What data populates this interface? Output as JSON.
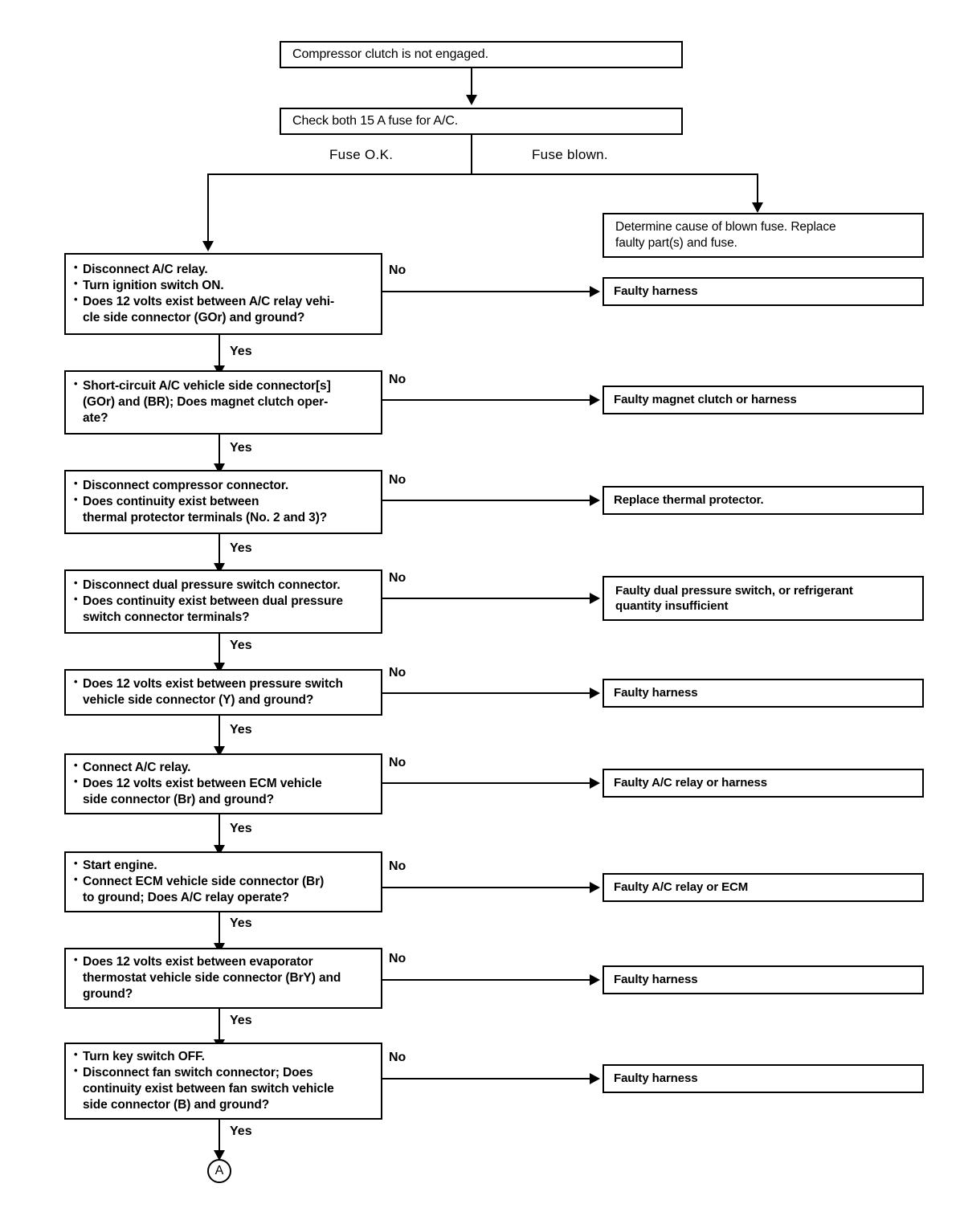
{
  "chart_data": {
    "type": "diagram",
    "title": "Compressor clutch is not engaged. — A/C troubleshooting flowchart",
    "diagram_kind": "flowchart"
  },
  "nodes": {
    "start": {
      "text": "Compressor clutch is not engaged."
    },
    "check_fuse": {
      "text": "Check both 15 A fuse for A/C."
    },
    "blown_fuse": {
      "line1": "Determine cause of  blown fuse. Replace",
      "line2": "faulty part(s) and fuse."
    },
    "step1": {
      "b1": "Disconnect A/C relay.",
      "b2": "Turn ignition switch ON.",
      "b3": "Does 12 volts exist between A/C relay vehi-",
      "b3c": "cle side connector (GOr) and ground?"
    },
    "step2": {
      "b1": "Short-circuit A/C vehicle side connector[s]",
      "b1c": "(GOr) and (BR); Does magnet clutch oper-",
      "b1c2": "ate?"
    },
    "step3": {
      "b1": "Disconnect compressor connector.",
      "b2": "Does continuity exist between",
      "b2c": "thermal protector terminals (No. 2 and 3)?"
    },
    "step4": {
      "b1": "Disconnect dual pressure switch connector.",
      "b2": "Does continuity exist between dual pressure",
      "b2c": "switch connector terminals?"
    },
    "step5": {
      "b1": "Does 12 volts exist between pressure switch",
      "b1c": "vehicle side connector (Y) and ground?"
    },
    "step6": {
      "b1": "Connect A/C relay.",
      "b2": "Does 12 volts exist between ECM vehicle",
      "b2c": "side connector (Br) and ground?"
    },
    "step7": {
      "b1": "Start engine.",
      "b2": "Connect ECM vehicle side connector (Br)",
      "b2c": "to ground; Does A/C relay operate?"
    },
    "step8": {
      "b1": "Does 12 volts exist between evaporator",
      "b1c": "thermostat vehicle side connector (BrY) and",
      "b1c2": "ground?"
    },
    "step9": {
      "b1": "Turn key switch OFF.",
      "b2": "Disconnect fan switch connector; Does",
      "b2c": "continuity exist between fan switch vehicle",
      "b2c2": "side connector (B) and ground?"
    }
  },
  "results": {
    "r1": {
      "text": "Faulty  harness"
    },
    "r2": {
      "text": "Faulty  magnet  clutch  or  harness"
    },
    "r3": {
      "text": "Replace  thermal  protector."
    },
    "r4": {
      "line1": "Faulty dual pressure switch, or refrigerant",
      "line2": "quantity insufficient"
    },
    "r5": {
      "text": "Faulty  harness"
    },
    "r6": {
      "text": "Faulty  A/C  relay  or  harness"
    },
    "r7": {
      "text": "Faulty  A/C  relay  or  ECM"
    },
    "r8": {
      "text": "Faulty  harness"
    },
    "r9": {
      "text": "Faulty  harness"
    }
  },
  "labels": {
    "fuse_ok": "Fuse O.K.",
    "fuse_blown": "Fuse blown.",
    "no": "No",
    "yes": "Yes",
    "connector_a": "A"
  },
  "colors": {
    "line": "#000000",
    "background": "#ffffff",
    "text": "#000000"
  }
}
